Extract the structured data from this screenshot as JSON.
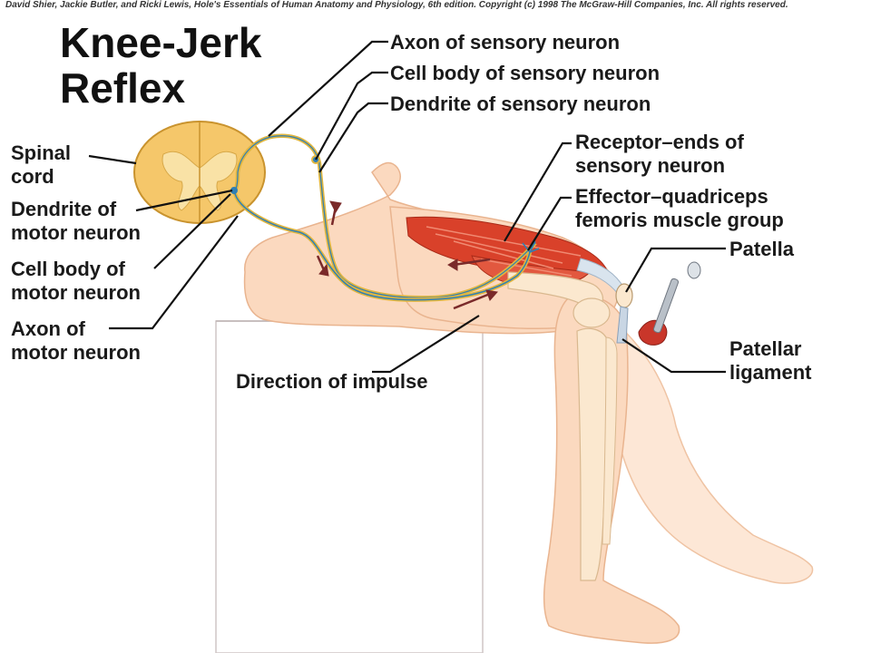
{
  "copyright": "David Shier, Jackie Butler, and Ricki Lewis, Hole's Essentials of Human Anatomy and Physiology, 6th edition. Copyright (c) 1998 The McGraw-Hill Companies, Inc. All rights reserved.",
  "title": {
    "line1": "Knee-Jerk",
    "line2": "Reflex"
  },
  "labels": {
    "spinal_cord": {
      "line1": "Spinal",
      "line2": "cord"
    },
    "dendrite_motor": {
      "line1": "Dendrite of",
      "line2": "motor neuron"
    },
    "cell_body_motor": {
      "line1": "Cell body of",
      "line2": "motor neuron"
    },
    "axon_motor": {
      "line1": "Axon of",
      "line2": "motor neuron"
    },
    "axon_sensory": "Axon of sensory neuron",
    "cell_body_sensory": "Cell body of sensory neuron",
    "dendrite_sensory": "Dendrite of sensory neuron",
    "receptor": {
      "line1": "Receptor–ends of",
      "line2": "sensory neuron"
    },
    "effector": {
      "line1": "Effector–quadriceps",
      "line2": "femoris muscle group"
    },
    "patella": "Patella",
    "patellar_ligament": {
      "line1": "Patellar",
      "line2": "ligament"
    },
    "direction_of_impulse": "Direction of impulse"
  },
  "colors": {
    "skin": "#fbd9bf",
    "skin_outline": "#e9b48f",
    "bone": "#fbe8cf",
    "muscle": "#d9412a",
    "spinal_cord": "#f5c76a",
    "sensory_neuron": "#e0b640",
    "motor_neuron": "#2f7fb5",
    "arrow": "#7a2a2a",
    "leader_line": "#111111"
  }
}
